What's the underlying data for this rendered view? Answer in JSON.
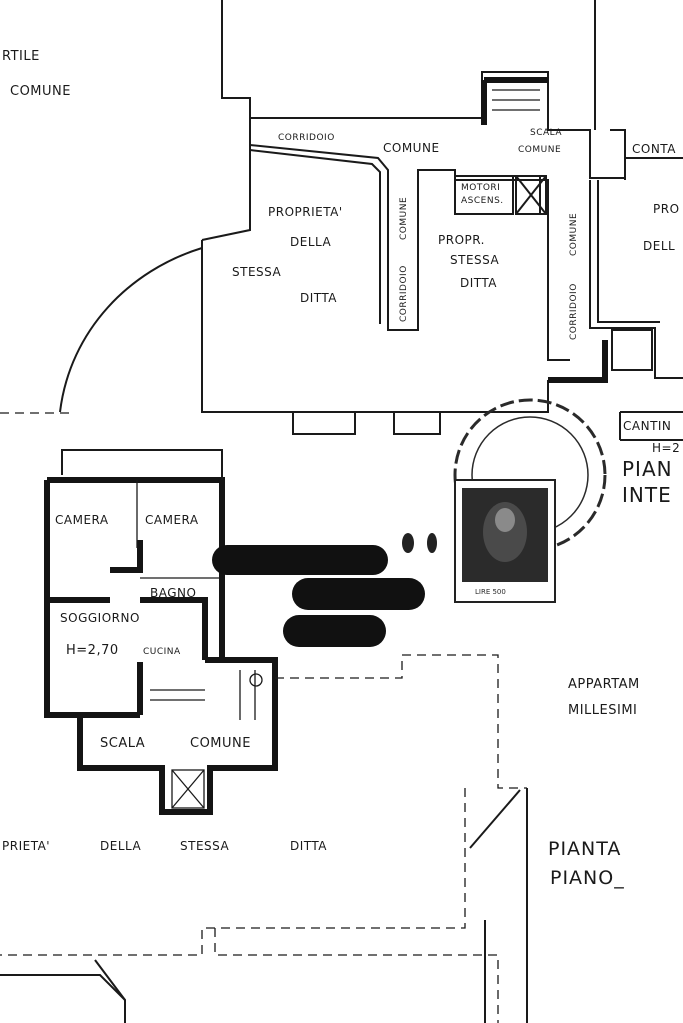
{
  "labels": {
    "cortile": "RTILE",
    "comune_top": "COMUNE",
    "corridoio": "CORRIDOIO",
    "comune_mid": "COMUNE",
    "scala_top": "SCALA",
    "comune_scala": "COMUNE",
    "contatori": "CONTA",
    "motori": "MOTORI",
    "ascensore": "ASCENS.",
    "proprieta_1": "PROPRIETA'",
    "della_1": "DELLA",
    "stessa_1": "STESSA",
    "ditta_1": "DITTA",
    "corridoio_v1": "CORRIDOIO",
    "comune_v1": "COMUNE",
    "propr_2": "PROPR.",
    "stessa_2": "STESSA",
    "ditta_2": "DITTA",
    "comune_v2": "COMUNE",
    "corridoio_v2": "CORRIDOIO",
    "pro_right": "PRO",
    "dell_right": "DELL",
    "cantina": "CANTIN",
    "h_cantina": "H=2",
    "piano_right": "PIAN",
    "inte_right": "INTE",
    "camera_1": "CAMERA",
    "camera_2": "CAMERA",
    "bagno": "BAGNO",
    "soggiorno": "SOGGIORNO",
    "h_soggiorno": "H=2,70",
    "cucina": "CUCINA",
    "scala_bottom": "SCALA",
    "comune_bottom": "COMUNE",
    "appartamento": "APPARTAM",
    "millesimi": "MILLESIMI",
    "proprieta_bottom": "PRIETA'",
    "della_bottom": "DELLA",
    "stessa_bottom": "STESSA",
    "ditta_bottom": "DITTA",
    "pianta": "PIANTA",
    "piano": "PIANO_",
    "stamp_value": "LIRE 500"
  }
}
